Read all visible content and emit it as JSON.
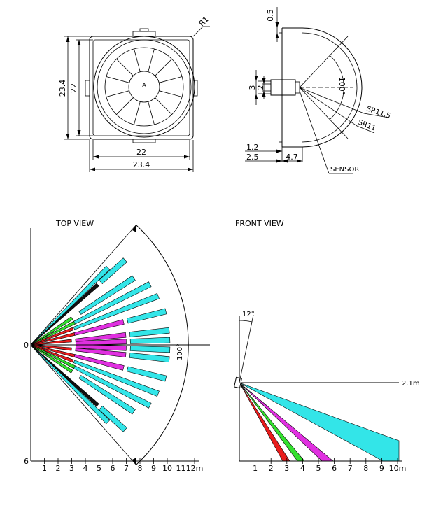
{
  "colors": {
    "cyan": "#33e5e8",
    "magenta": "#e030e0",
    "green": "#33e02e",
    "red": "#e81c1c",
    "line": "#000000"
  },
  "top_drawing": {
    "corner_radius_label": "R1",
    "center_mark": "A",
    "width_inner": "22",
    "width_outer": "23.4",
    "height_outer": "23.4",
    "height_inner": "22"
  },
  "side_drawing": {
    "top_dim": "0.5",
    "dim_3": "3",
    "dim_2": "2",
    "angle_label": "100°",
    "sr_outer": "SR11.5",
    "sr_inner": "SR11",
    "dim_1_2": "1.2",
    "dim_2_5": "2.5",
    "dim_4_7": "4.7",
    "sensor_label": "SENSOR"
  },
  "top_view": {
    "title": "TOP VIEW",
    "origin_label": "0",
    "left_axis_bottom": "6",
    "angle_label": "100°",
    "x_ticks": [
      "1",
      "2",
      "3",
      "4",
      "5",
      "6",
      "7",
      "8",
      "9",
      "10",
      "11",
      "12m"
    ]
  },
  "front_view": {
    "title": "FRONT VIEW",
    "tilt_label": "12°",
    "height_label": "2.1m",
    "x_ticks": [
      "1",
      "2",
      "3",
      "4",
      "5",
      "6",
      "7",
      "8",
      "9",
      "10m"
    ]
  }
}
